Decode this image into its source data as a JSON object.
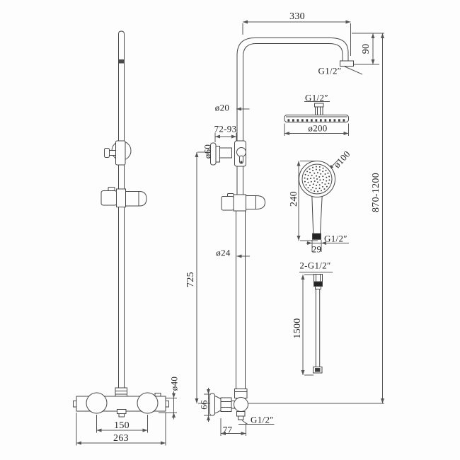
{
  "page": {
    "background": "#fdfdfd"
  },
  "drawing": {
    "type": "technical-dimension-drawing",
    "subject": "thermostatic shower column with overhead rain head, hand shower and hose",
    "line_color": "#474747",
    "dim_color": "#565656",
    "text_color": "#262626",
    "labels": {
      "arm_length": "330",
      "arm_height": "90",
      "arm_outlet_thread": "G1/2″",
      "upper_pipe_diameter": "ø20",
      "wall_bracket_reach": "72-93",
      "wall_bracket_flange_diameter": "ø60",
      "overhead_connector_thread": "G1/2″",
      "overhead_diameter": "ø200",
      "handset_face_diameter": "ø100",
      "handset_length": "240",
      "overall_height_range": "870-1200",
      "handset_thread": "G1/2″",
      "handset_inlet_width": "29",
      "lower_pipe_diameter": "ø24",
      "hose_thread": "2-G1/2″",
      "lower_pipe_length": "725",
      "hose_length": "1500",
      "inlet_flange_height": "66",
      "inlet_depth": "77",
      "inlet_thread": "G1/2″",
      "valve_handle_diameter": "ø40",
      "valve_inlet_spacing": "150",
      "valve_width": "263"
    }
  }
}
